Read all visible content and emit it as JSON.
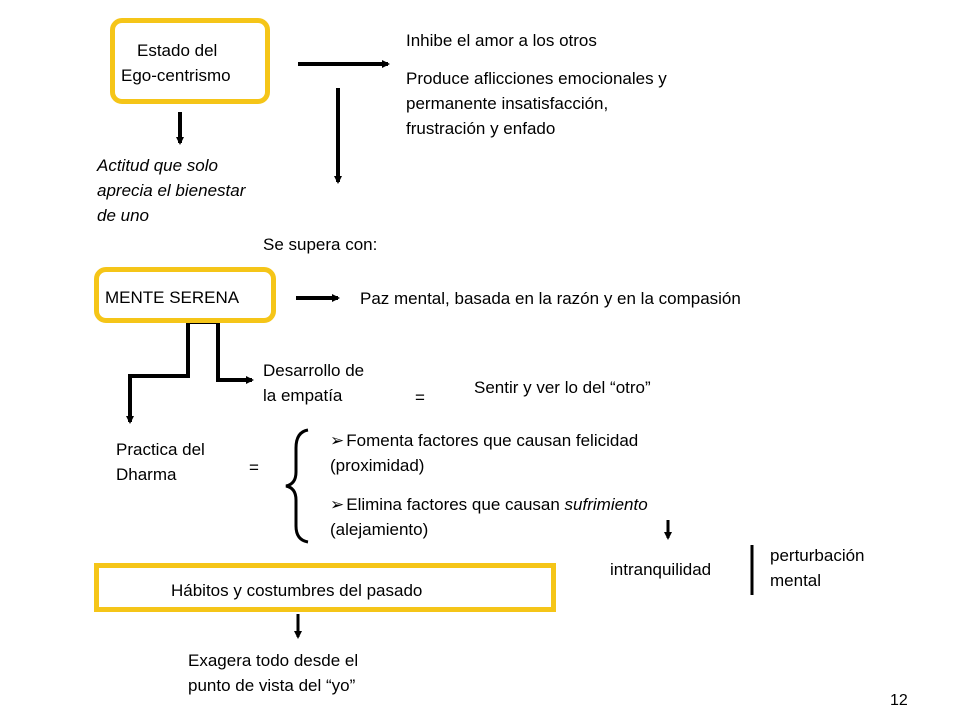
{
  "top": {
    "ego_box": [
      "Estado del",
      "Ego-centrismo"
    ],
    "effect_1": "Inhibe el amor a los otros",
    "effect_2": [
      "Produce aflicciones emocionales y",
      "permanente insatisfacción,",
      "frustración y enfado"
    ],
    "attitude": [
      "Actitud que solo",
      "aprecia el bienestar",
      "de uno"
    ],
    "overcome": "Se supera con:"
  },
  "middle": {
    "mind_box": "MENTE SERENA",
    "peace": "Paz mental, basada en la razón y en la compasión",
    "empathy": [
      "Desarrollo de",
      "la empatía"
    ],
    "empathy_eq": "=",
    "empathy_def": "Sentir y ver lo del “otro”"
  },
  "dharma": {
    "label": [
      "Practica del",
      "Dharma"
    ],
    "eq": "=",
    "item_1": [
      "Fomenta factores que causan felicidad",
      "(proximidad)"
    ],
    "item_2_pre": "Elimina factores que causan ",
    "item_2_em": "sufrimiento",
    "item_2_line2": "(alejamiento)",
    "bullet": "➢"
  },
  "disturbance": {
    "left": "intranquilidad",
    "right": [
      "perturbación",
      "mental"
    ]
  },
  "bottom": {
    "habits_box": "Hábitos y costumbres del pasado",
    "exaggerates": [
      "Exagera todo desde el",
      "punto de vista del “yo”"
    ]
  },
  "page_number": "12",
  "colors": {
    "accent_border": "#f5c518",
    "text": "#000000"
  }
}
